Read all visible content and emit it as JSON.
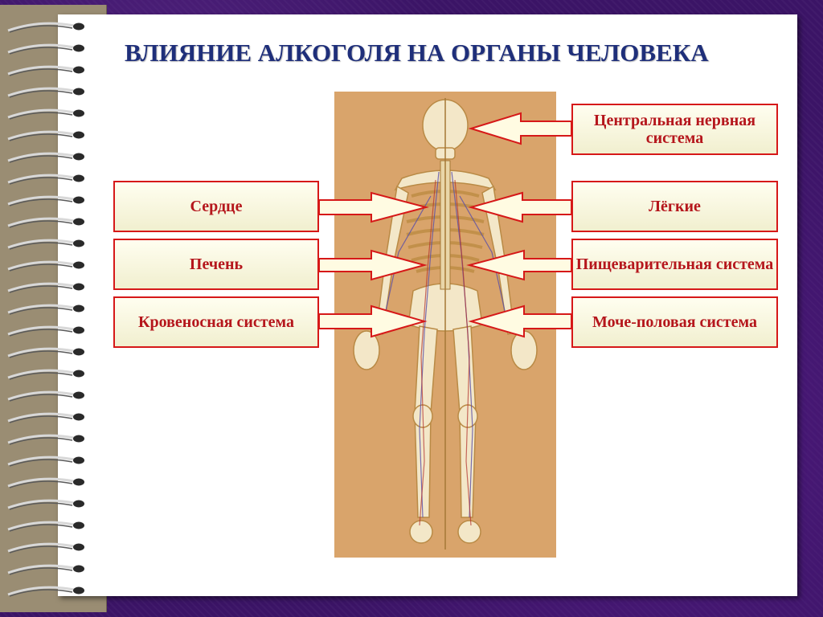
{
  "title": "ВЛИЯНИЕ АЛКОГОЛЯ НА ОРГАНЫ ЧЕЛОВЕКА",
  "labels": {
    "cns": "Центральная нервная система",
    "heart": "Сердце",
    "lungs": "Лёгкие",
    "liver": "Печень",
    "digestive": "Пищеварительная система",
    "blood": "Кровеносная система",
    "urogenital": "Моче-половая система"
  },
  "colors": {
    "title": "#1f2f7a",
    "label_text": "#b5161c",
    "label_border": "#d61818",
    "panel": "#d9a46b",
    "background": "#3b1466"
  },
  "icons": {
    "binding": "spiral-binding-icon",
    "figure": "human-skeleton-figure",
    "arrows": "arrow-icon"
  }
}
